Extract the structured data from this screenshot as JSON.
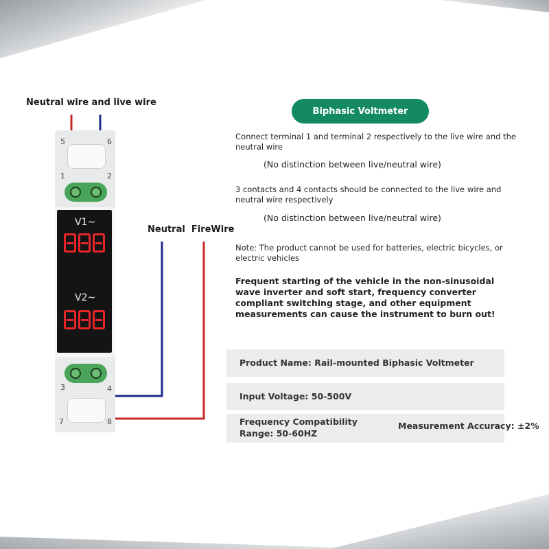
{
  "labels": {
    "wires_top": "Neutral wire and live wire",
    "wires_bottom": "Neutral  FireWire"
  },
  "header": {
    "title": "Biphasic Voltmeter"
  },
  "instructions": {
    "p1": "Connect terminal 1 and terminal 2 respectively to the live wire and the neutral wire",
    "p1_note": "(No distinction between live/neutral wire)",
    "p2": "3 contacts and 4 contacts should be connected to the live wire and neutral wire respectively",
    "p2_note": "(No distinction between live/neutral wire)",
    "note": "Note: The product cannot be used for batteries, electric bicycles, or electric vehicles",
    "warning": "Frequent starting of the vehicle in the non-sinusoidal wave inverter and soft start, frequency converter compliant switching stage, and other equipment measurements can cause the instrument to burn out!"
  },
  "specs": {
    "product_name": "Product Name: Rail-mounted Biphasic Voltmeter",
    "input_voltage": "Input Voltage: 50-500V",
    "frequency": "Frequency Compatibility Range: 50-60HZ",
    "accuracy": "Measurement Accuracy: ±2%"
  },
  "device": {
    "display_1_label": "V1~",
    "display_2_label": "V2~",
    "terminals": {
      "t1": "1",
      "t2": "2",
      "t3": "3",
      "t4": "4",
      "t5": "5",
      "t6": "6",
      "t7": "7",
      "t8": "8"
    }
  },
  "colors": {
    "accent": "#138a64",
    "live_wire": "#c62828",
    "neutral_wire": "#1a2a8c",
    "led": "#e8262a"
  }
}
